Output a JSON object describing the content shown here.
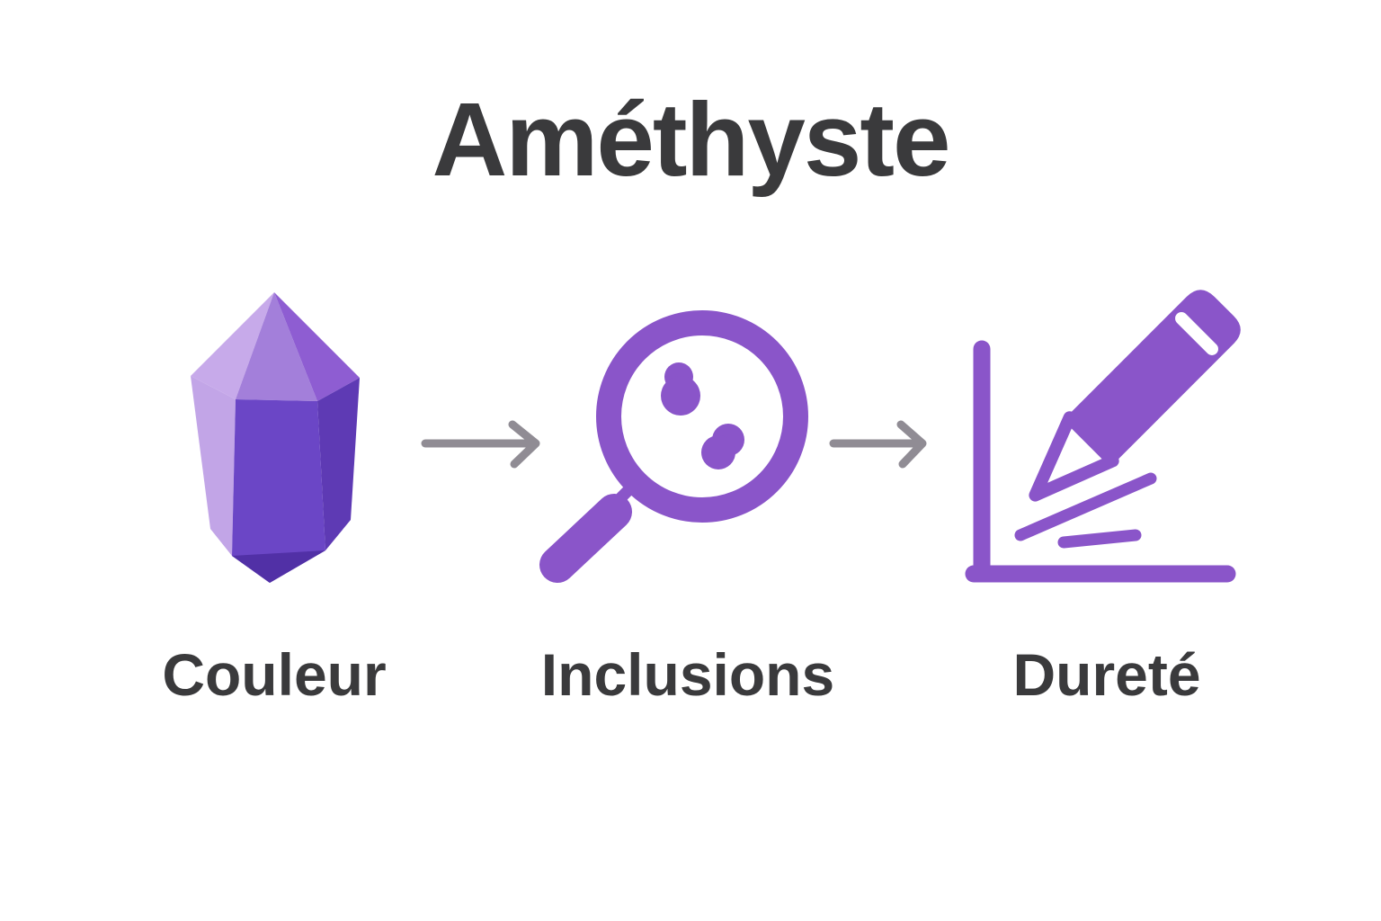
{
  "diagram": {
    "title": "Améthyste",
    "steps": [
      {
        "label": "Couleur",
        "icon": "amethyst-crystal-icon"
      },
      {
        "label": "Inclusions",
        "icon": "magnifying-glass-inclusions-icon"
      },
      {
        "label": "Dureté",
        "icon": "pencil-scratch-test-icon"
      }
    ],
    "connector_icon": "arrow-right-icon",
    "colors": {
      "background": "#ffffff",
      "text": "#3a3a3c",
      "arrow": "#908c94",
      "accent": "#8a55c9",
      "crystal": {
        "top_left": "#c7aaea",
        "top_center": "#a37fda",
        "top_right": "#8e5dd2",
        "body_left": "#c2a5e7",
        "body_center": "#6b46c6",
        "body_right": "#5e3ab4",
        "tip": "#5130a6"
      }
    }
  }
}
